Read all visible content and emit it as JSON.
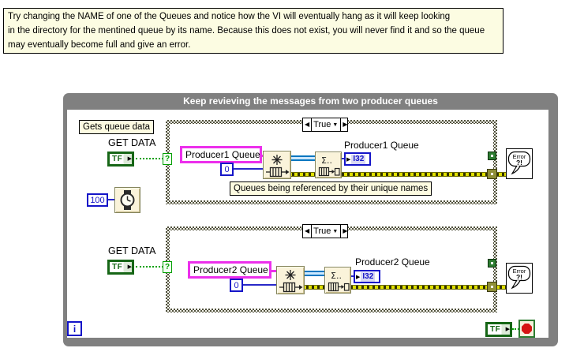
{
  "comment": {
    "line1": "Try changing the NAME of one of the Queues and notice how the VI will eventually hang as it will keep looking",
    "line2": "in the directory for the mentined queue by its name. Because this does not exist, you will never find it and so the queue",
    "line3": "may eventually become full and give an error."
  },
  "loop": {
    "title": "Keep revieving the messages from two producer queues",
    "iteration": "i"
  },
  "labels": {
    "gets_queue_data": "Gets queue data",
    "queues_note": "Queues being referenced by their unique names"
  },
  "wait": {
    "value": "100"
  },
  "case1": {
    "selector": "True",
    "selector_tunnel": "?",
    "get_data": "GET DATA",
    "tf": "TF",
    "queue_name": "Producer1 Queue",
    "timeout": "0",
    "indicator_label": "Producer1 Queue",
    "indicator_type": "I32"
  },
  "case2": {
    "selector": "True",
    "selector_tunnel": "?",
    "get_data": "GET DATA",
    "tf": "TF",
    "queue_name": "Producer2 Queue",
    "timeout": "0",
    "indicator_label": "Producer2 Queue",
    "indicator_type": "I32"
  },
  "stop": {
    "tf": "TF"
  },
  "error_icon": {
    "line1": "Error",
    "line2": "?!"
  },
  "icons": {
    "case_prev": "◀",
    "case_next": "▶",
    "case_dropdown": "▼",
    "tf_nub": "▶",
    "i32_nub": "▶",
    "dequeue_sigma": "Σ.."
  },
  "colors": {
    "loop-gray": "#808080",
    "comment-bg": "#FCFCE2",
    "string-pink": "#EC2FEC",
    "numeric-blue": "#1414C8",
    "bool-green": "#166616",
    "wire-green": "#00A000",
    "queue-blue": "#0076C0",
    "stop-red": "#D61414",
    "icon-bg": "#FAF3DA"
  }
}
